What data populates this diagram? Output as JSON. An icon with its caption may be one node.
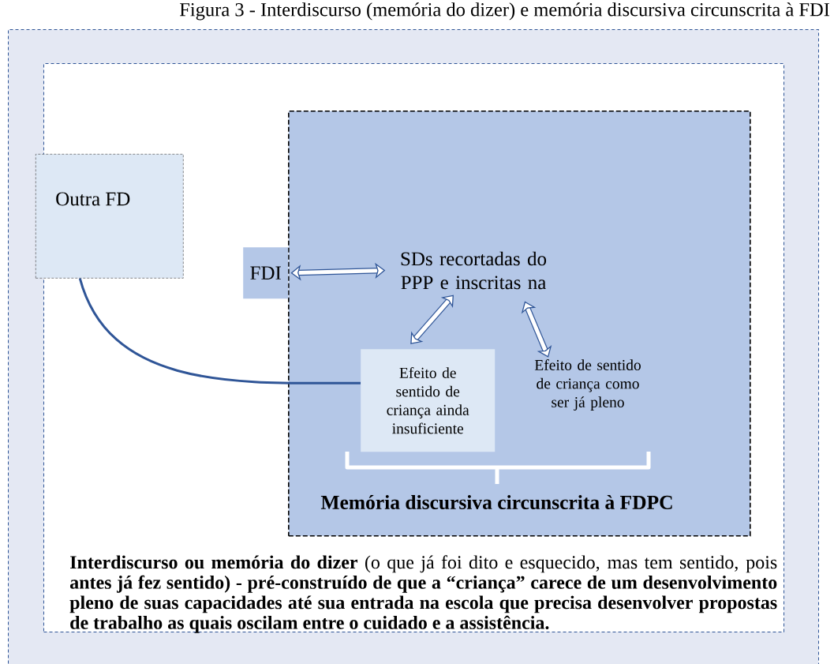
{
  "diagram": {
    "title": "Figura 3 - Interdiscurso (memória do dizer) e memória discursiva circunscrita à FDI",
    "nodes": [
      {
        "text": [],
        "shape": "box"
      },
      {
        "text": [
          "**Interdiscurso ou memória do dizer** (o que já foi dito e esquecido, mas tem sentido, pois **antes já fez sentido) - pré-construído de que a “criança” carece de um desenvolvimento pleno de suas capacidades até sua entrada na escola que precisa desenvolver propostas de trabalho as quais oscilam entre o cuidado e a assistência.**"
        ],
        "in": 0
      },
      {
        "text": [
          "Memória discursiva circunscrita à FDPC"
        ],
        "in": 1
      },
      {
        "text": [
          "Outra FD"
        ],
        "in": 1
      },
      {
        "text": [
          "FDI"
        ],
        "in": 1
      },
      {
        "text": [
          "SDs recortadas do PPP e inscritas na"
        ],
        "in": 2
      },
      {
        "text": [
          "Efeito de sentido de criança ainda insuficiente"
        ],
        "in": 2
      },
      {
        "text": [
          "Efeito de sentido de criança como ser já pleno"
        ],
        "in": 2
      }
    ],
    "edges": [
      {
        "from": 4,
        "to": 5,
        "arrow": "both"
      },
      {
        "from": 6,
        "to": 5,
        "arrow": "both"
      },
      {
        "from": 5,
        "to": 7,
        "arrow": "both"
      },
      {
        "from": 3,
        "to": 6,
        "arrow": "none"
      }
    ]
  }
}
